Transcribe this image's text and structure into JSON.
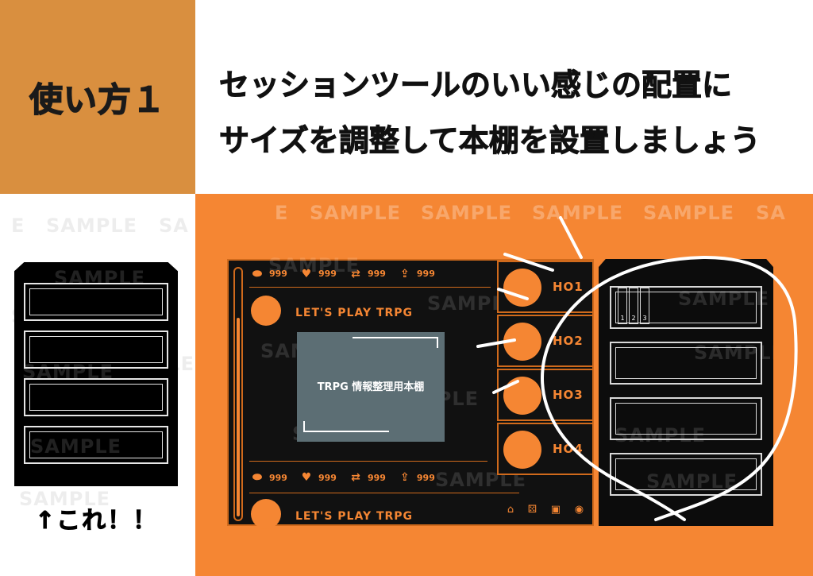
{
  "header": {
    "badge_label": "使い方１",
    "instruction_line1": "セッションツールのいい感じの配置に",
    "instruction_line2": "サイズを調整して本棚を設置しましょう"
  },
  "left": {
    "this_label": "↑これ！！"
  },
  "watermark": {
    "text": "SAMPLE",
    "edge_text": "E",
    "edge_text2": "SA"
  },
  "tool": {
    "stat_value": "999",
    "lets_play": "LET'S PLAY TRPG",
    "screen_title": "TRPG 情報整理用本棚",
    "ho_labels": [
      "HO1",
      "HO2",
      "HO3",
      "HO4"
    ],
    "stat_icons": [
      "ellipse-icon",
      "heart-icon",
      "repeat-icon",
      "share-icon"
    ],
    "bottom_icons": [
      "home-icon",
      "dice-icon",
      "cards-icon",
      "eye-icon"
    ]
  },
  "books": [
    "1",
    "2",
    "3"
  ],
  "colors": {
    "badge": "#d98f3f",
    "orange": "#f58633",
    "dark": "#111111"
  }
}
